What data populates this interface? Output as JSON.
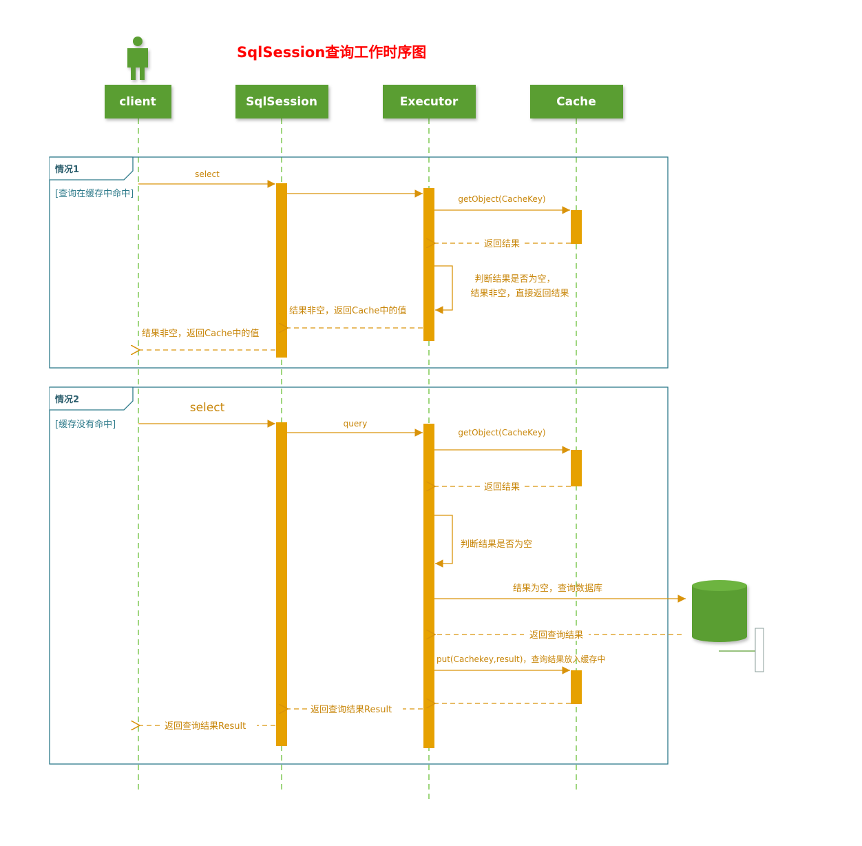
{
  "title": "SqlSession查询工作时序图",
  "participants": {
    "client": "client",
    "sqlsession": "SqlSession",
    "executor": "Executor",
    "cache": "Cache"
  },
  "frame1": {
    "tag": "情况1",
    "condition": "[查询在缓存中命中]",
    "msg_select": "select",
    "msg_getobject": "getObject(CacheKey)",
    "msg_return": "返回结果",
    "note_line1": "判断结果是否为空，",
    "note_line2": "结果非空，直接返回结果",
    "msg_ret_executor": "结果非空，返回Cache中的值",
    "msg_ret_session": "结果非空，返回Cache中的值"
  },
  "frame2": {
    "tag": "情况2",
    "condition": "[缓存没有命中]",
    "msg_select": "select",
    "msg_query": "query",
    "msg_getobject": "getObject(CacheKey)",
    "msg_return": "返回结果",
    "note": "判断结果是否为空",
    "msg_db_query": "结果为空，查询数据库",
    "msg_db_return": "返回查询结果",
    "msg_put": "put(Cachekey,result)，查询结果放入缓存中",
    "msg_ret_executor": "返回查询结果Result",
    "msg_ret_session": "返回查询结果Result"
  },
  "colors": {
    "lifeline_head": "#5a9e32",
    "activation": "#e6a100",
    "message": "#d9930a",
    "frame_border": "#2d7a8a",
    "lifeline": "#6bbf3a",
    "title": "#ff0000"
  }
}
